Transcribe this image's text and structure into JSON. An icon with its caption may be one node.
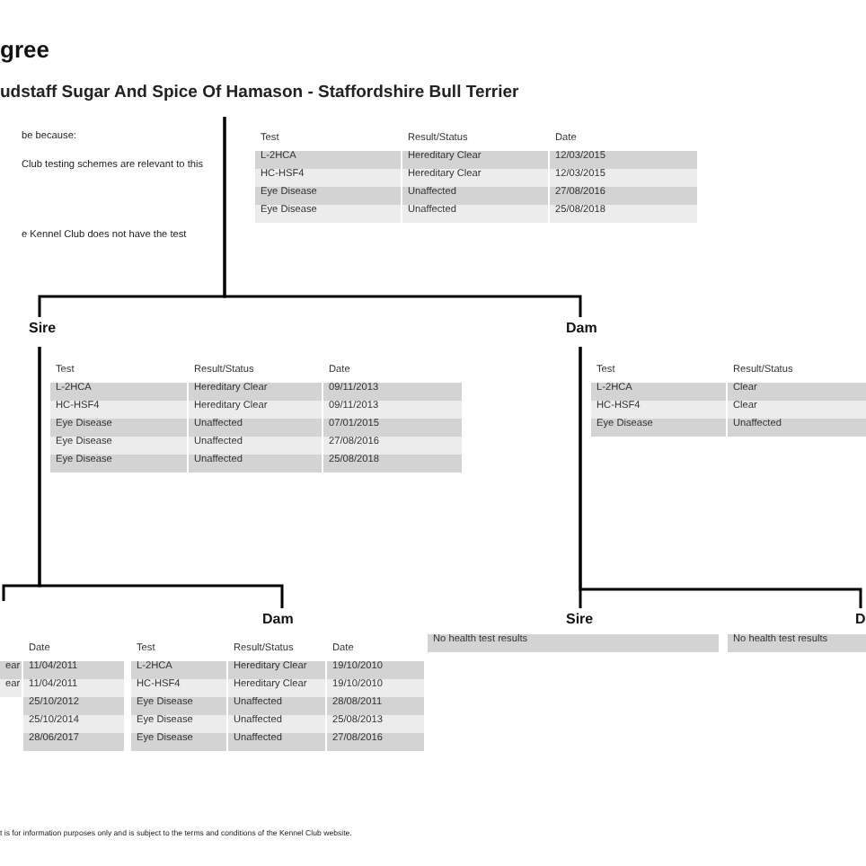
{
  "diagram": {
    "title": "gree",
    "nodes": [
      {
        "text": [
          "Test",
          "Result/Status",
          "Date",
          "L-2HCA",
          "Hereditary Clear",
          "12/03/2015",
          "HC-HSF4",
          "Hereditary Clear",
          "12/03/2015",
          "Eye Disease",
          "Unaffected",
          "27/08/2016",
          "Eye Disease",
          "Unaffected",
          "25/08/2018"
        ]
      },
      {
        "text": [
          "Sire",
          "Test",
          "Result/Status",
          "Date",
          "L-2HCA",
          "Hereditary Clear",
          "09/11/2013",
          "HC-HSF4",
          "Hereditary Clear",
          "09/11/2013",
          "Eye Disease",
          "Unaffected",
          "07/01/2015",
          "Eye Disease",
          "Unaffected",
          "27/08/2016",
          "Eye Disease",
          "Unaffected",
          "25/08/2018"
        ]
      },
      {
        "text": [
          "Dam",
          "Test",
          "Result/Status",
          "L-2HCA",
          "Clear",
          "HC-HSF4",
          "Clear",
          "Eye Disease",
          "Unaffected"
        ]
      },
      {
        "text": [
          "Date",
          "ear",
          "11/04/2011",
          "ear",
          "11/04/2011",
          "25/10/2012",
          "25/10/2014",
          "28/06/2017"
        ]
      },
      {
        "text": [
          "Dam",
          "Test",
          "Result/Status",
          "Date",
          "L-2HCA",
          "Hereditary Clear",
          "19/10/2010",
          "HC-HSF4",
          "Hereditary Clear",
          "19/10/2010",
          "Eye Disease",
          "Unaffected",
          "28/08/2011",
          "Eye Disease",
          "Unaffected",
          "25/08/2013",
          "Eye Disease",
          "Unaffected",
          "27/08/2016"
        ]
      },
      {
        "text": [
          "Sire",
          "No health test results"
        ]
      },
      {
        "text": [
          "D",
          "No health test results"
        ]
      }
    ],
    "edges": [
      {
        "from": 0,
        "to": 1,
        "arrow": "none"
      },
      {
        "from": 0,
        "to": 2,
        "arrow": "none"
      },
      {
        "from": 1,
        "to": 3,
        "arrow": "none"
      },
      {
        "from": 1,
        "to": 4,
        "arrow": "none"
      },
      {
        "from": 2,
        "to": 5,
        "arrow": "none"
      },
      {
        "from": 2,
        "to": 6,
        "arrow": "none"
      }
    ],
    "labels": [
      "udstaff Sugar And Spice Of Hamason - Staffordshire Bull Terrier",
      "be because:",
      "Club testing schemes are relevant to this",
      "e Kennel Club does not have the test",
      "t is for information purposes only and is subject to the terms and conditions of the Kennel Club website."
    ]
  }
}
